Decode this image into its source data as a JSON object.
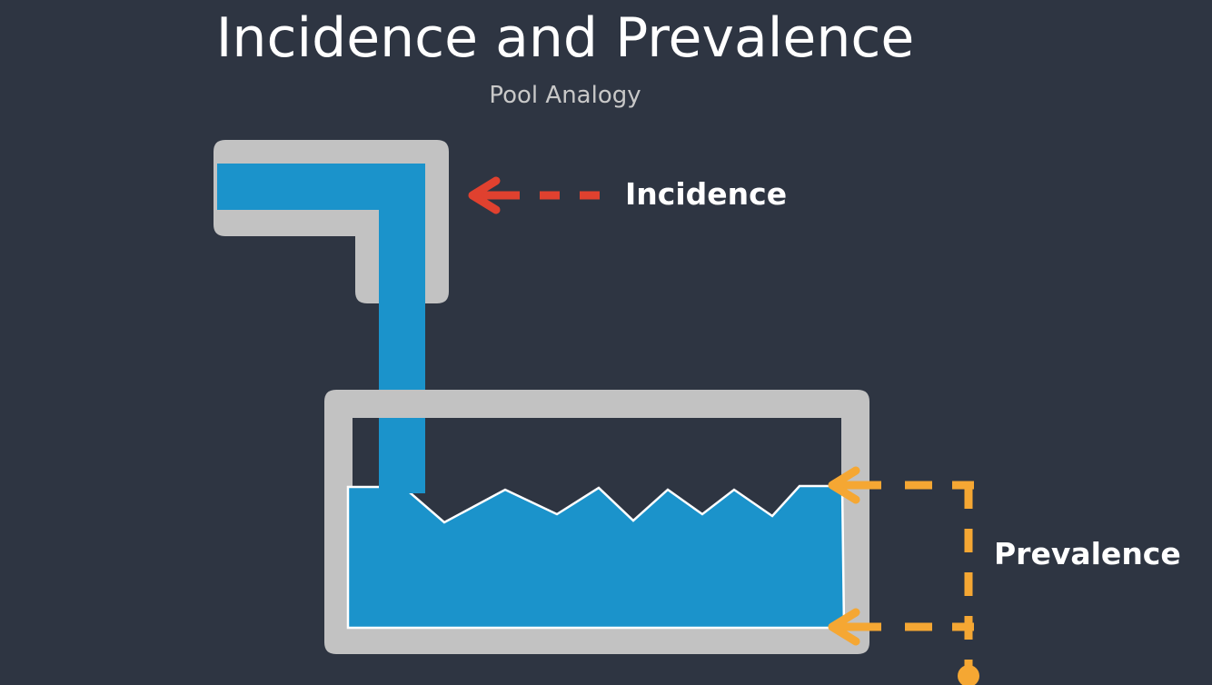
{
  "title": "Incidence and Prevalence",
  "subtitle": "Pool Analogy",
  "labels": {
    "incidence": "Incidence",
    "prevalence": "Prevalence"
  },
  "colors": {
    "background": "#2e3542",
    "frame": "#c2c2c2",
    "water": "#1b93cb",
    "incidence_arrow": "#e0412f",
    "prevalence_arrow": "#f5a733",
    "text": "#ffffff",
    "subtitle": "#c8c8c8"
  },
  "icons": {
    "incidence_pointer": "left-arrow-icon",
    "prevalence_pointer_top": "left-arrow-icon",
    "prevalence_pointer_bottom": "left-arrow-icon"
  }
}
